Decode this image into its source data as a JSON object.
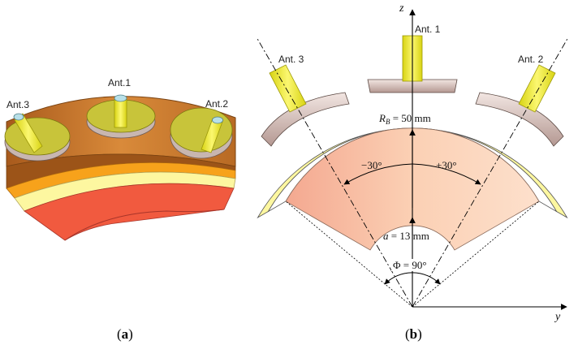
{
  "panel_a": {
    "antenna_labels": [
      "Ant.3",
      "Ant.1",
      "Ant.2"
    ],
    "caption_open": "(",
    "caption_letter": "a",
    "caption_close": ")"
  },
  "panel_b": {
    "antenna_labels": [
      "Ant. 3",
      "Ant. 1",
      "Ant. 2"
    ],
    "axis_z": "z",
    "axis_y": "y",
    "rb_label_var": "R",
    "rb_label_sub": "B",
    "rb_label_value": " = 50 mm",
    "a_label_var": "a",
    "a_label_value": " = 13 mm",
    "angle_left": "−30°",
    "angle_right": "+30°",
    "phi_label": "Φ = 90°",
    "caption_open": "(",
    "caption_letter": "b",
    "caption_close": ")"
  },
  "colors": {
    "outer_brown": "#c8732a",
    "orange_layer": "#f7a21b",
    "yellow_layer": "#fdf7a0",
    "inner_red": "#f15a3f",
    "disc_olive": "#c8c43a",
    "rod_yellow": "#f7f22a",
    "tissue_pink": "#fbc6a8",
    "disc_gray": "#d9c9c4"
  }
}
